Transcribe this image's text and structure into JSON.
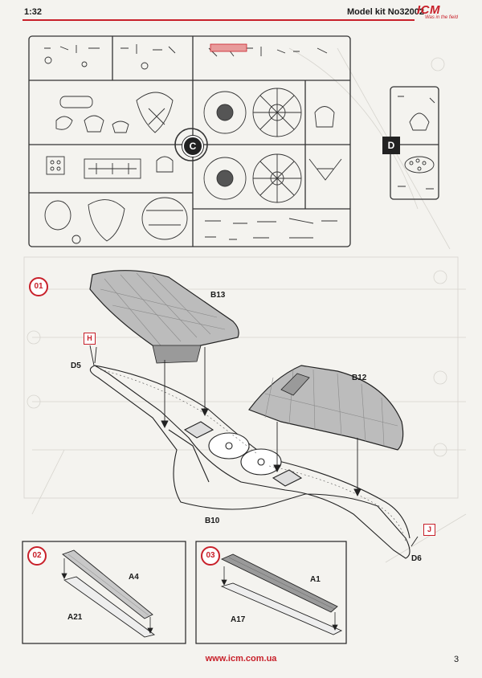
{
  "header": {
    "scale": "1:32",
    "model_kit": "Model kit No32002",
    "brand_logo": "ICM",
    "brand_tagline": "Was in the field"
  },
  "sprues": [
    {
      "letter": "C"
    },
    {
      "letter": "D"
    }
  ],
  "steps": [
    {
      "number": "01",
      "parts": [
        "B13",
        "B12",
        "B10",
        "D5",
        "D6"
      ],
      "callouts": [
        "H",
        "J"
      ]
    },
    {
      "number": "02",
      "parts": [
        "A4",
        "A21"
      ]
    },
    {
      "number": "03",
      "parts": [
        "A1",
        "A17"
      ]
    }
  ],
  "footer": {
    "url": "www.icm.com.ua",
    "page": "3"
  },
  "colors": {
    "accent": "#c8202a",
    "ink": "#1a1a1a",
    "paper": "#f4f3ef"
  }
}
